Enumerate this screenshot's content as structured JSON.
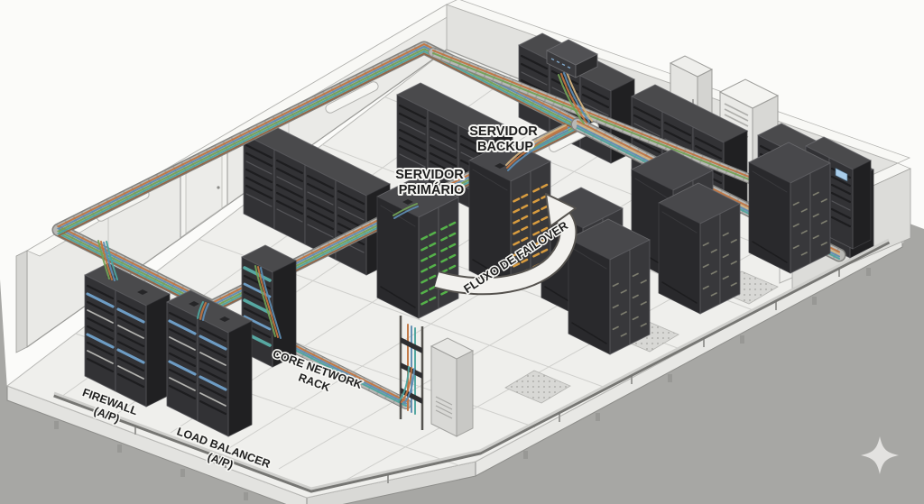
{
  "scene": {
    "type": "isometric-datacenter-failover-illustration",
    "labels": {
      "primary_server_line1": "SERVIDOR",
      "primary_server_line2": "PRIMÁRIO",
      "backup_server_line1": "SERVIDOR",
      "backup_server_line2": "BACKUP",
      "failover_flow": "FLUXO DE FAILOVER",
      "firewall_line1": "FIREWALL",
      "firewall_line2": "(A/P)",
      "load_balancer_line1": "LOAD BALANCER",
      "load_balancer_line2": "(A/P)",
      "core_network_line1": "CORE NETWORK",
      "core_network_line2": "RACK"
    },
    "colors": {
      "backdrop": "#fbfbf9",
      "ground": "#a7a7a4",
      "floor": "#efefec",
      "cable_orange": "#c07440",
      "cable_brown": "#93603c",
      "cable_tan": "#d2b382",
      "cable_blue": "#5e8cb2",
      "cable_green": "#72a156",
      "cable_teal": "#4da39d",
      "led_green": "#55b24a",
      "led_amber": "#d99c3f",
      "led_dim": "#8f8f7c",
      "server_blue": "#6d9cc4",
      "screen_blue": "#a9cdea",
      "accent_teal": "#57a8a2",
      "sparkle": "#e3e2e0"
    },
    "icons": {
      "sparkle": "four-point-star"
    }
  }
}
